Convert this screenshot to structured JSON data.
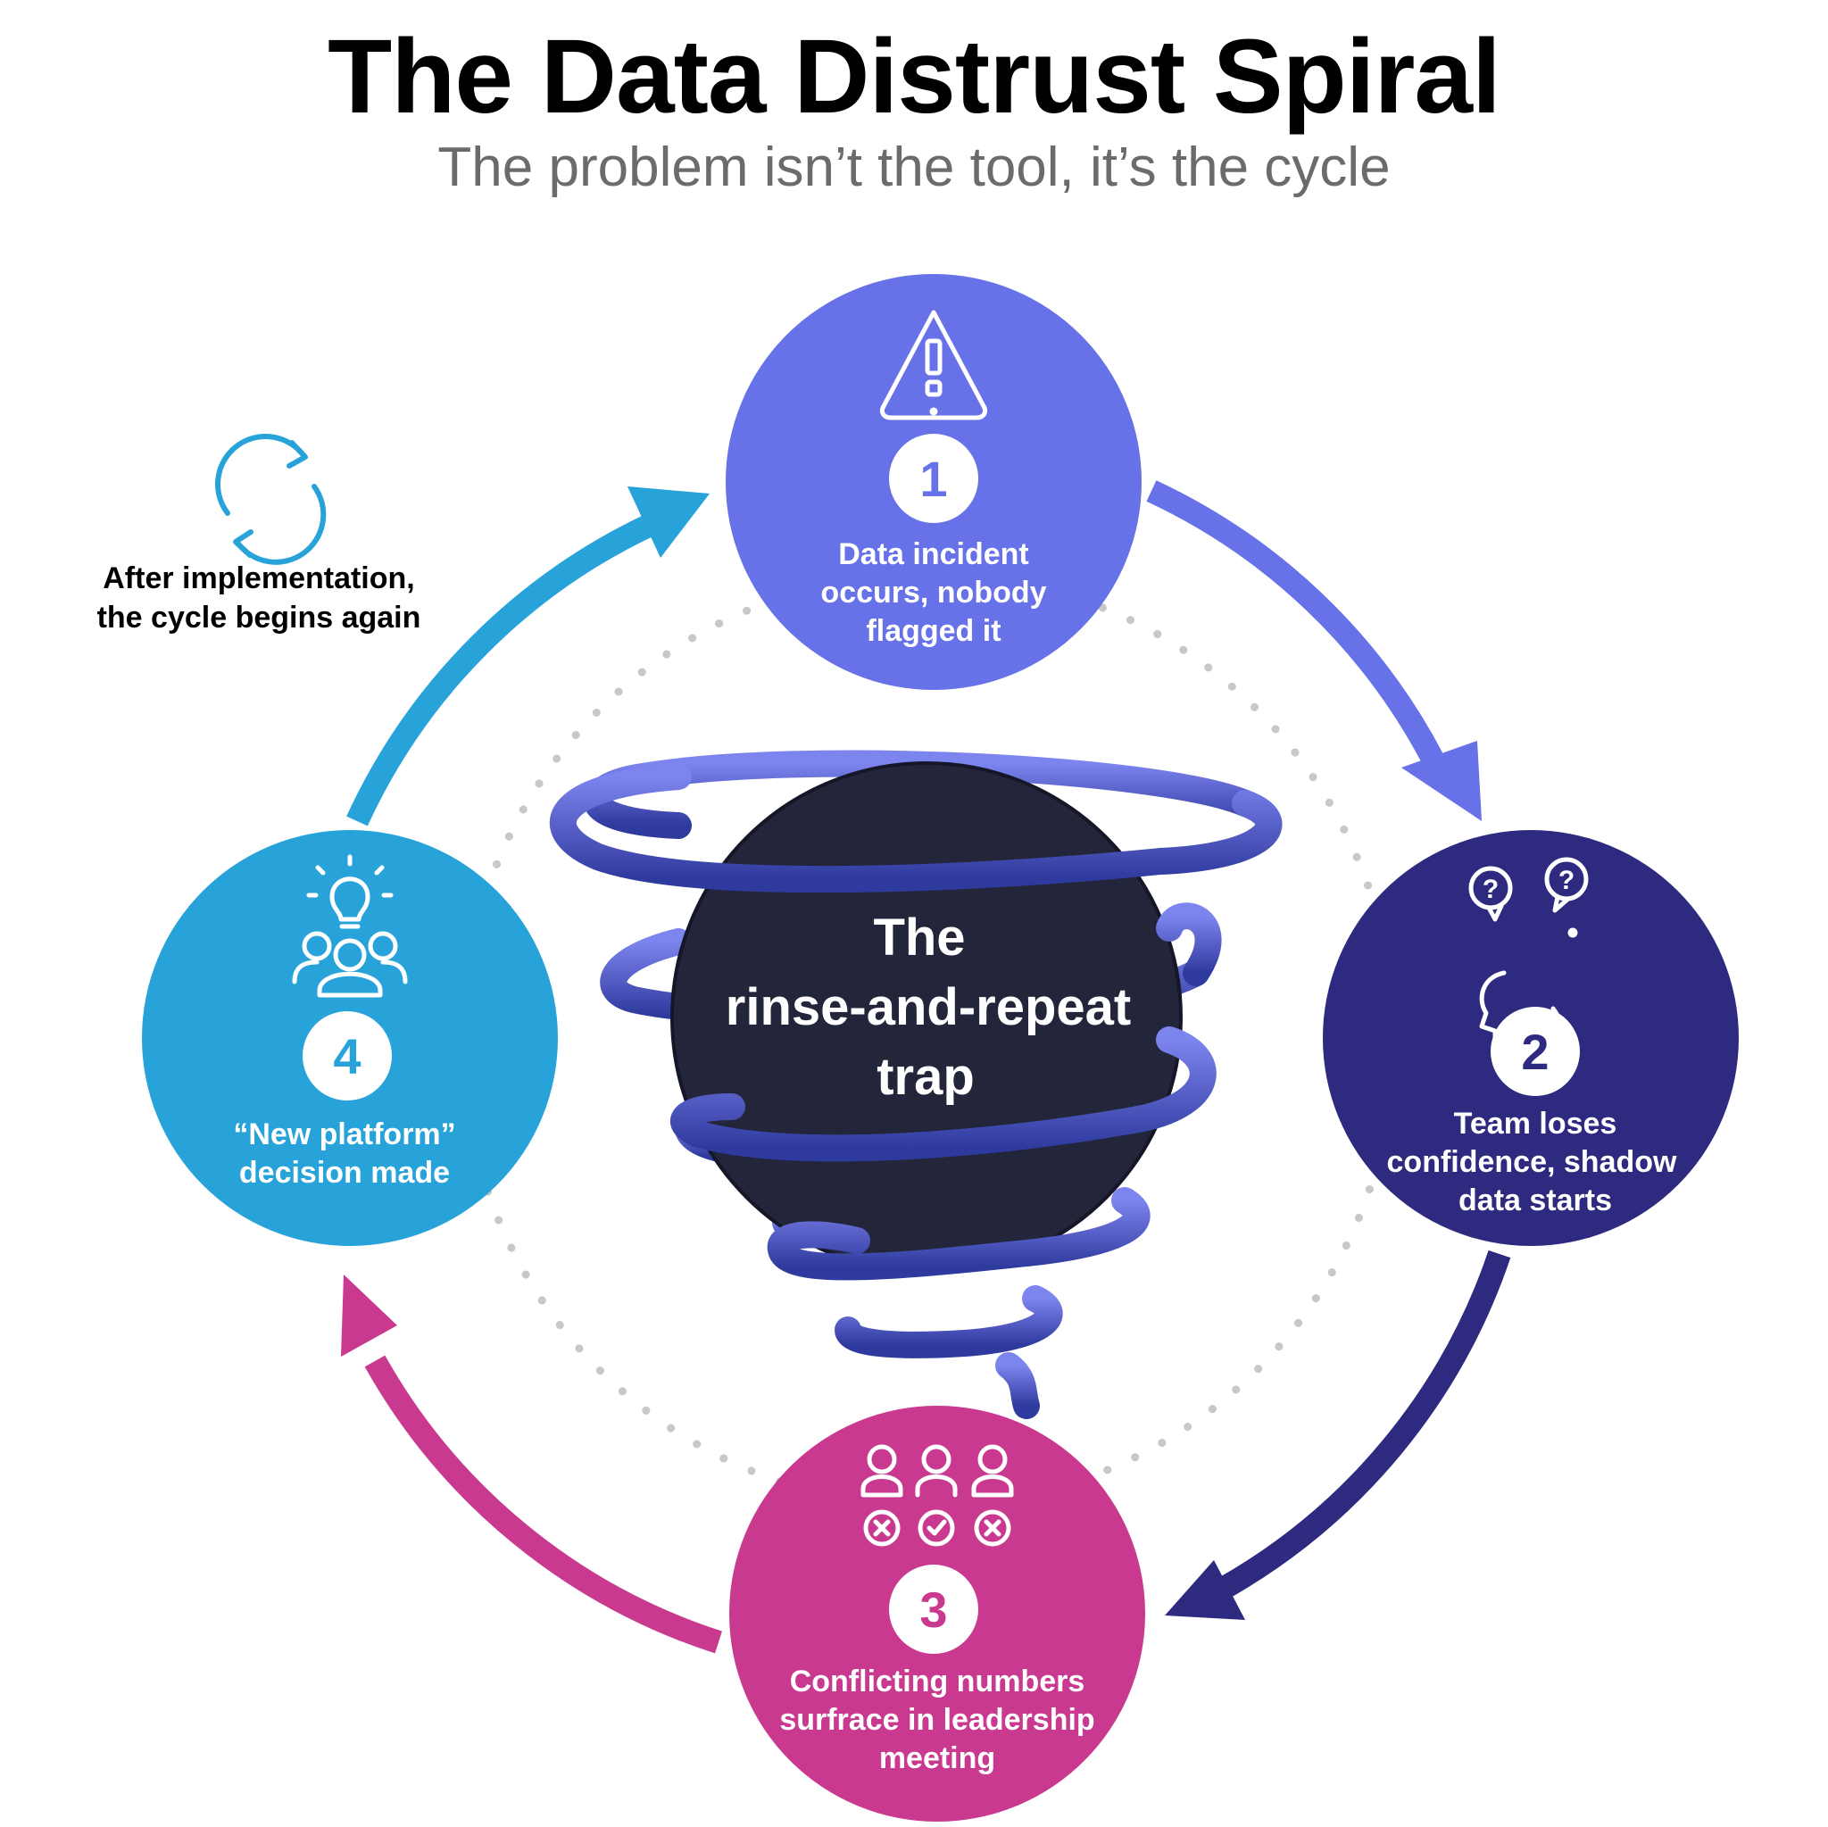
{
  "header": {
    "title": "The Data Distrust Spiral",
    "subtitle": "The problem isn’t the tool, it’s the cycle"
  },
  "center": {
    "lines": [
      "The",
      "rinse-and-repeat",
      "trap"
    ]
  },
  "stages": [
    {
      "number": "1",
      "icon": "warning-triangle-icon",
      "color": "#6771e8",
      "lines": [
        "Data incident",
        "occurs, nobody",
        "flagged it"
      ]
    },
    {
      "number": "2",
      "icon": "confused-head-icon",
      "color": "#2d2a80",
      "lines": [
        "Team loses",
        "confidence, shadow",
        "data starts"
      ]
    },
    {
      "number": "3",
      "icon": "conflicting-people-icon",
      "color": "#c8398f",
      "lines": [
        "Conflicting numbers",
        "surfrace in leadership",
        "meeting"
      ]
    },
    {
      "number": "4",
      "icon": "idea-team-icon",
      "color": "#27a3da",
      "lines": [
        "“New platform”",
        "decision made"
      ]
    }
  ],
  "note": {
    "icon": "refresh-cycle-icon",
    "lines": [
      "After implementation,",
      "the cycle begins again"
    ]
  },
  "colors": {
    "center": "#23253a",
    "spiral": "#5a62d6",
    "arrow_1_to_2": "#6771e8",
    "arrow_2_to_3": "#2d2a80",
    "arrow_3_to_4": "#c8398f",
    "arrow_4_to_1": "#27a3da",
    "dots": "#c8c8c8"
  }
}
